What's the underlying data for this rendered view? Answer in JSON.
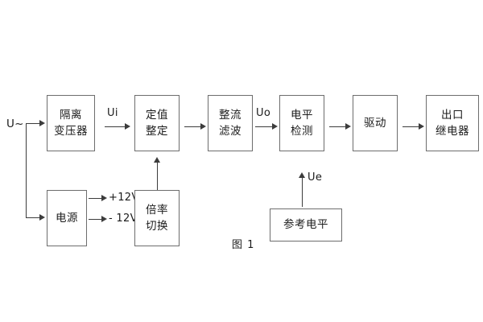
{
  "figure": {
    "caption": "图 1",
    "input_label": "U~",
    "colors": {
      "box_border": "#6d6d6d",
      "connector": "#3c3c3c",
      "text": "#1b1b1b",
      "background": "#ffffff"
    }
  },
  "nodes": [
    {
      "id": "isolation-transformer",
      "lines": [
        "隔离",
        "变压器"
      ]
    },
    {
      "id": "setting-value",
      "lines": [
        "定值",
        "整定"
      ]
    },
    {
      "id": "rectify-filter",
      "lines": [
        "整流",
        "滤波"
      ]
    },
    {
      "id": "level-detection",
      "lines": [
        "电平",
        "检测"
      ]
    },
    {
      "id": "drive",
      "lines": [
        "驱动"
      ]
    },
    {
      "id": "output-relay",
      "lines": [
        "出口",
        "继电器"
      ]
    },
    {
      "id": "power-supply",
      "lines": [
        "电源"
      ]
    },
    {
      "id": "multiplier-switch",
      "lines": [
        "倍率",
        "切换"
      ]
    },
    {
      "id": "reference-level",
      "lines": [
        "参考电平"
      ]
    }
  ],
  "signals": {
    "ui": "Ui",
    "uo": "Uo",
    "ue": "Ue",
    "rail_positive": "+12V",
    "rail_negative": "- 12V"
  }
}
